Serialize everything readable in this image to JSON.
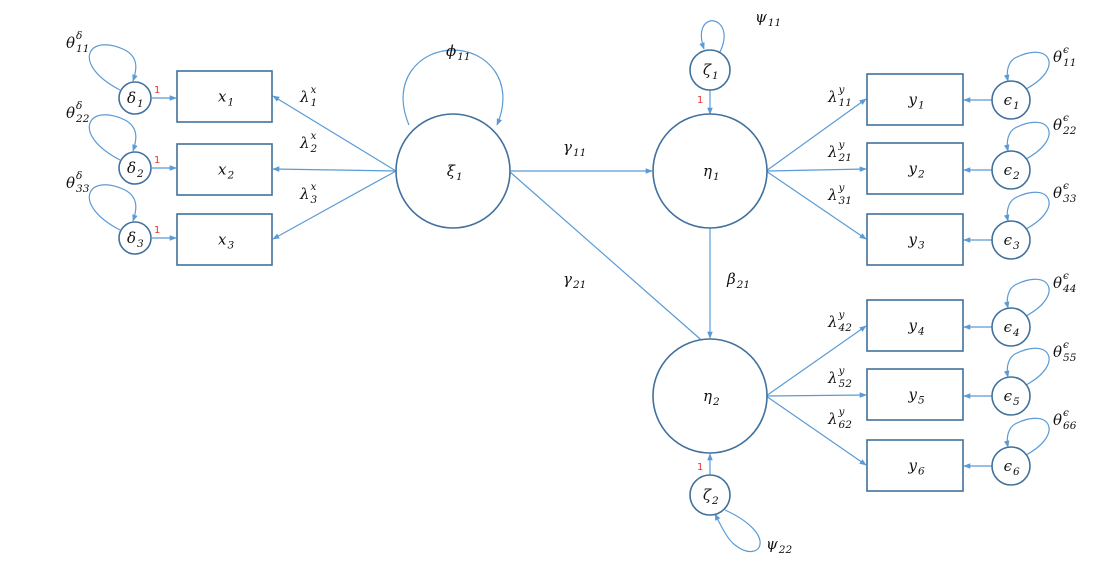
{
  "colors": {
    "node_stroke": "#41719c",
    "edge": "#5b9bd5",
    "fixed_loading": "#e8362b",
    "text": "#111111"
  },
  "nodes": [
    {
      "id": "delta1",
      "base": "δ",
      "sub": "1"
    },
    {
      "id": "delta2",
      "base": "δ",
      "sub": "2"
    },
    {
      "id": "delta3",
      "base": "δ",
      "sub": "3"
    },
    {
      "id": "x1",
      "base": "x",
      "sub": "1"
    },
    {
      "id": "x2",
      "base": "x",
      "sub": "2"
    },
    {
      "id": "x3",
      "base": "x",
      "sub": "3"
    },
    {
      "id": "xi1",
      "base": "ξ",
      "sub": "1"
    },
    {
      "id": "eta1",
      "base": "η",
      "sub": "1"
    },
    {
      "id": "eta2",
      "base": "η",
      "sub": "2"
    },
    {
      "id": "zeta1",
      "base": "ζ",
      "sub": "1"
    },
    {
      "id": "zeta2",
      "base": "ζ",
      "sub": "2"
    },
    {
      "id": "y1",
      "base": "y",
      "sub": "1"
    },
    {
      "id": "y2",
      "base": "y",
      "sub": "2"
    },
    {
      "id": "y3",
      "base": "y",
      "sub": "3"
    },
    {
      "id": "y4",
      "base": "y",
      "sub": "4"
    },
    {
      "id": "y5",
      "base": "y",
      "sub": "5"
    },
    {
      "id": "y6",
      "base": "y",
      "sub": "6"
    },
    {
      "id": "eps1",
      "base": "ϵ",
      "sub": "1"
    },
    {
      "id": "eps2",
      "base": "ϵ",
      "sub": "2"
    },
    {
      "id": "eps3",
      "base": "ϵ",
      "sub": "3"
    },
    {
      "id": "eps4",
      "base": "ϵ",
      "sub": "4"
    },
    {
      "id": "eps5",
      "base": "ϵ",
      "sub": "5"
    },
    {
      "id": "eps6",
      "base": "ϵ",
      "sub": "6"
    }
  ],
  "parameters": [
    {
      "id": "theta_delta_11",
      "base": "θ",
      "sub": "11",
      "sup": "δ"
    },
    {
      "id": "theta_delta_22",
      "base": "θ",
      "sub": "22",
      "sup": "δ"
    },
    {
      "id": "theta_delta_33",
      "base": "θ",
      "sub": "33",
      "sup": "δ"
    },
    {
      "id": "lambda_x1",
      "base": "λ",
      "sub": "1",
      "sup": "x"
    },
    {
      "id": "lambda_x2",
      "base": "λ",
      "sub": "2",
      "sup": "x"
    },
    {
      "id": "lambda_x3",
      "base": "λ",
      "sub": "3",
      "sup": "x"
    },
    {
      "id": "phi11",
      "base": "ϕ",
      "sub": "11",
      "sup": ""
    },
    {
      "id": "gamma11",
      "base": "γ",
      "sub": "11",
      "sup": ""
    },
    {
      "id": "gamma21",
      "base": "γ",
      "sub": "21",
      "sup": ""
    },
    {
      "id": "beta21",
      "base": "β",
      "sub": "21",
      "sup": ""
    },
    {
      "id": "psi11",
      "base": "ψ",
      "sub": "11",
      "sup": ""
    },
    {
      "id": "psi22",
      "base": "ψ",
      "sub": "22",
      "sup": ""
    },
    {
      "id": "lambda_y11",
      "base": "λ",
      "sub": "11",
      "sup": "y"
    },
    {
      "id": "lambda_y21",
      "base": "λ",
      "sub": "21",
      "sup": "y"
    },
    {
      "id": "lambda_y31",
      "base": "λ",
      "sub": "31",
      "sup": "y"
    },
    {
      "id": "lambda_y42",
      "base": "λ",
      "sub": "42",
      "sup": "y"
    },
    {
      "id": "lambda_y52",
      "base": "λ",
      "sub": "52",
      "sup": "y"
    },
    {
      "id": "lambda_y62",
      "base": "λ",
      "sub": "62",
      "sup": "y"
    },
    {
      "id": "theta_eps_11",
      "base": "θ",
      "sub": "11",
      "sup": "ϵ"
    },
    {
      "id": "theta_eps_22",
      "base": "θ",
      "sub": "22",
      "sup": "ϵ"
    },
    {
      "id": "theta_eps_33",
      "base": "θ",
      "sub": "33",
      "sup": "ϵ"
    },
    {
      "id": "theta_eps_44",
      "base": "θ",
      "sub": "44",
      "sup": "ϵ"
    },
    {
      "id": "theta_eps_55",
      "base": "θ",
      "sub": "55",
      "sup": "ϵ"
    },
    {
      "id": "theta_eps_66",
      "base": "θ",
      "sub": "66",
      "sup": "ϵ"
    }
  ],
  "fixed_loadings": [
    {
      "id": "fix_delta1",
      "text": "1"
    },
    {
      "id": "fix_delta2",
      "text": "1"
    },
    {
      "id": "fix_delta3",
      "text": "1"
    },
    {
      "id": "fix_zeta1",
      "text": "1"
    },
    {
      "id": "fix_zeta2",
      "text": "1"
    }
  ]
}
